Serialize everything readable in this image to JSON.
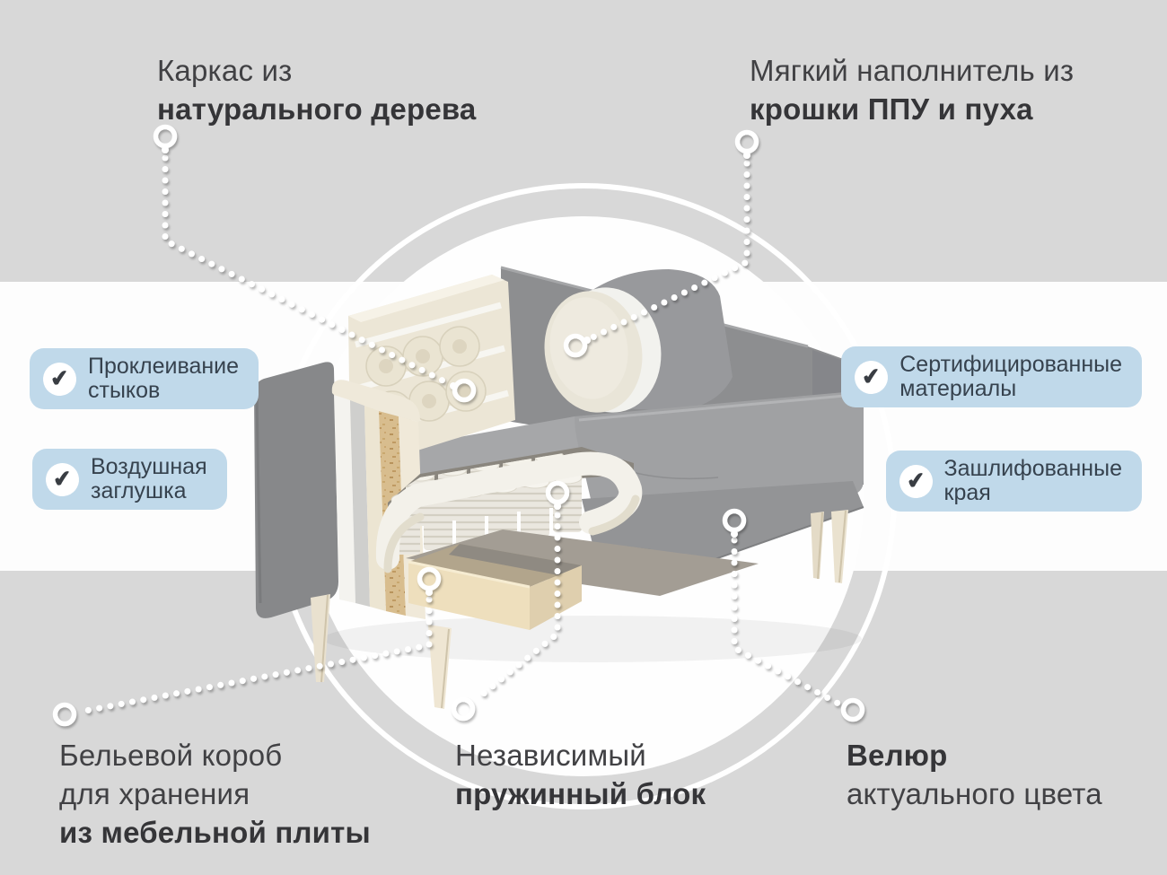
{
  "callouts": {
    "frame": {
      "line1": "Каркас из",
      "line2": "натурального дерева"
    },
    "filler": {
      "line1": "Мягкий наполнитель из",
      "line2": "крошки ППУ и пуха"
    },
    "storage": {
      "line1": "Бельевой короб",
      "line2": "для хранения",
      "line3": "из мебельной плиты"
    },
    "springs": {
      "line1": "Независимый",
      "line2": "пружинный блок"
    },
    "velour": {
      "line1": "Велюр",
      "line2": "актуального цвета"
    }
  },
  "badges": {
    "check_icon": "✔",
    "glued_joints": {
      "line1": "Проклеивание",
      "line2": "стыков"
    },
    "air_plug": {
      "line1": "Воздушная",
      "line2": "заглушка"
    },
    "certified_materials": {
      "line1": "Сертифицированные",
      "line2": "материалы"
    },
    "sanded_edges": {
      "line1": "Зашлифованные",
      "line2": "края"
    }
  },
  "colors": {
    "band_gray": "#d8d8d8",
    "badge_blue": "#c0d9ea",
    "text_dark": "#414144",
    "badge_text": "#36424e",
    "sofa_fabric_gray": "#909194",
    "foam_cream": "#efe9da",
    "wood_board": "#d9bd8f",
    "marker_white": "#ffffff"
  }
}
